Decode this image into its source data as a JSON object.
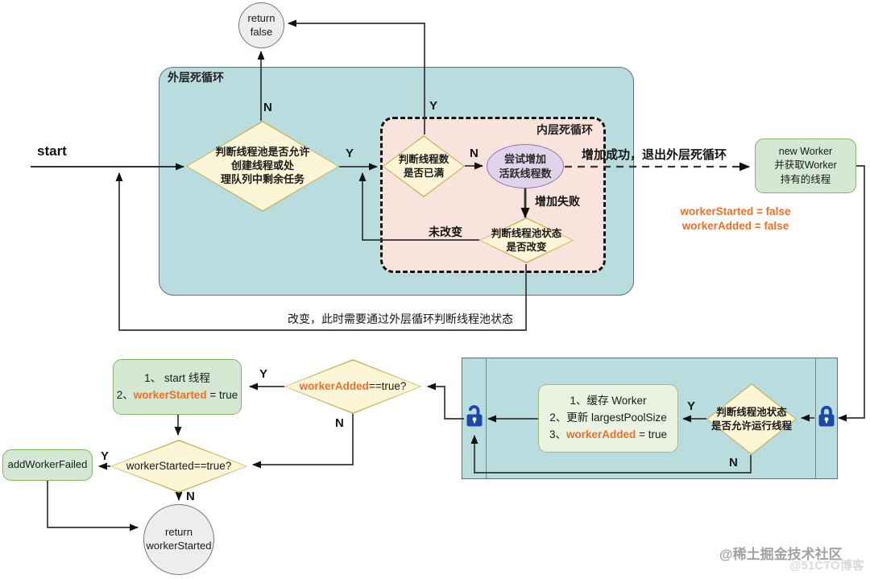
{
  "nodes": {
    "return_false": [
      "return",
      "false"
    ],
    "outer_decision": [
      "判断线程池是否允许",
      "创建线程或处",
      "理队列中剩余任务"
    ],
    "count_decision": [
      "判断线程数",
      "是否已满"
    ],
    "try_increase": [
      "尝试增加",
      "活跃线程数"
    ],
    "state_change_decision": [
      "判断线程池状态",
      "是否改变"
    ],
    "new_worker": [
      "new Worker",
      "并获取Worker",
      "持有的线程"
    ],
    "flags": [
      "workerStarted = false",
      "workerAdded = false"
    ],
    "allow_run_decision": [
      "判断线程池状态",
      "是否允许运行线程"
    ],
    "cache_worker": {
      "l1": "1、缓存 Worker",
      "l2": "2、更新 largestPoolSize",
      "l3_pre": "3、",
      "l3_var": "workerAdded",
      "l3_suf": " = true"
    },
    "start_thread": {
      "l1": "1、 start 线程",
      "l2_pre": "2、",
      "l2_var": "workerStarted",
      "l2_suf": " = true"
    },
    "worker_added_q": {
      "var": "workerAdded",
      "suf": "==true?"
    },
    "worker_started_q": "workerStarted==true?",
    "add_worker_failed": "addWorkerFailed",
    "return_worker_started": [
      "return",
      "workerStarted"
    ]
  },
  "labels": {
    "start": "start",
    "yes": "Y",
    "no": "N",
    "outer_loop": "外层死循环",
    "inner_loop": "内层死循环",
    "increase_success": "增加成功，退出外层死循环",
    "increase_fail": "增加失败",
    "unchanged": "未改变",
    "changed": "改变，此时需要通过外层循环判断线程池状态"
  },
  "icons": {
    "lock_open": "lock-open-icon",
    "lock_closed": "lock-closed-icon"
  },
  "watermarks": {
    "primary": "@稀土掘金技术社区",
    "secondary": "@51CTO博客"
  },
  "colors": {
    "teal": "#b9dcdf",
    "pink": "#f9e3dd",
    "node-yellow": "#fcf5d6",
    "node-yellow-border": "#c9ae59",
    "node-green": "#d5e8d4",
    "node-green-border": "#82b366",
    "node-green-light": "#eaf3e2",
    "node-green-light-border": "#97c077",
    "node-purple": "#ded4eb",
    "node-purple-border": "#9673a6",
    "node-gray": "#ededed",
    "orange": "#ed6f28",
    "lock-blue": "#1c49a8"
  }
}
